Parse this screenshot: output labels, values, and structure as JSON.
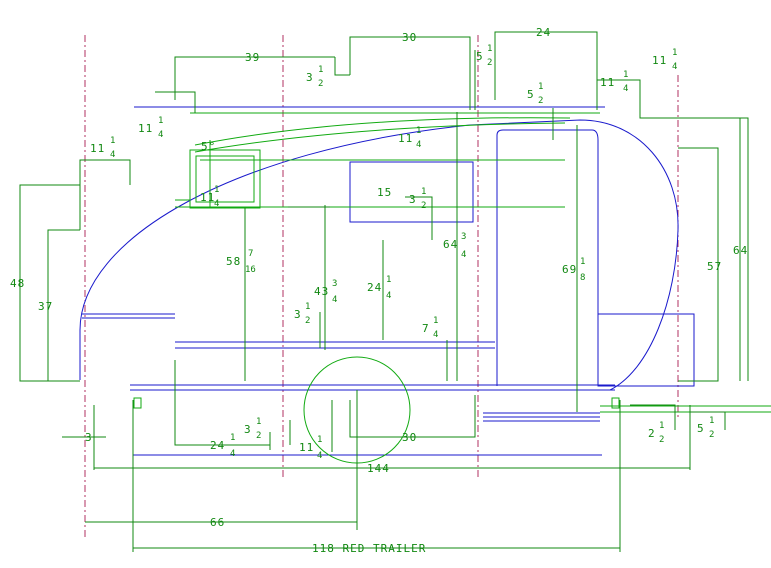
{
  "colors": {
    "body": "#1a1acc",
    "detail": "#11aa11",
    "dimension": "#118811",
    "center": "#b03060"
  },
  "dimensions": {
    "d39": "39",
    "d30_top": "30",
    "d24": "24",
    "d3_1": "3",
    "d3_1_num": "1",
    "d3_1_den": "2",
    "d5_top": "5",
    "d5_top_num": "1",
    "d5_top_den": "2",
    "d5_b": "5",
    "d5_b_num": "1",
    "d5_b_den": "2",
    "d11_left": "11",
    "d11_left_num": "1",
    "d11_left_den": "4",
    "d11_left2": "11",
    "d11_left2_num": "1",
    "d11_left2_den": "4",
    "d11_right": "11",
    "d11_right_num": "1",
    "d11_right_den": "4",
    "d11_right2": "11",
    "d11_right2_num": "1",
    "d11_right2_den": "4",
    "d11_arc": "11",
    "d11_arc_num": "1",
    "d11_arc_den": "4",
    "d11_win": "11",
    "d11_win_num": "1",
    "d11_win_den": "4",
    "d5deg": "5°",
    "d15": "15",
    "d3_2": "3",
    "d3_2_num": "1",
    "d3_2_den": "2",
    "d64_3": "64",
    "d64_3_num": "3",
    "d64_3_den": "4",
    "d69": "69",
    "d69_num": "1",
    "d69_den": "8",
    "d58": "58",
    "d58_num": "7",
    "d58_den": "16",
    "d43": "43",
    "d43_num": "3",
    "d43_den": "4",
    "d24_1": "24",
    "d24_1_num": "1",
    "d24_1_den": "4",
    "d3_3": "3",
    "d3_3_num": "1",
    "d3_3_den": "2",
    "d7": "7",
    "d7_num": "1",
    "d7_den": "4",
    "d48": "48",
    "d37": "37",
    "d57": "57",
    "d64": "64",
    "d3_small": "3",
    "d24_b": "24",
    "d24_b_num": "1",
    "d24_b_den": "4",
    "d3_b": "3",
    "d3_b_num": "1",
    "d3_b_den": "2",
    "d11_b": "11",
    "d11_b_num": "1",
    "d11_b_den": "4",
    "d30_b": "30",
    "d2": "2",
    "d2_num": "1",
    "d2_den": "2",
    "d5_r": "5",
    "d5_r_num": "1",
    "d5_r_den": "2",
    "d144": "144",
    "d66": "66",
    "d118": "118 RED TRAILER"
  }
}
